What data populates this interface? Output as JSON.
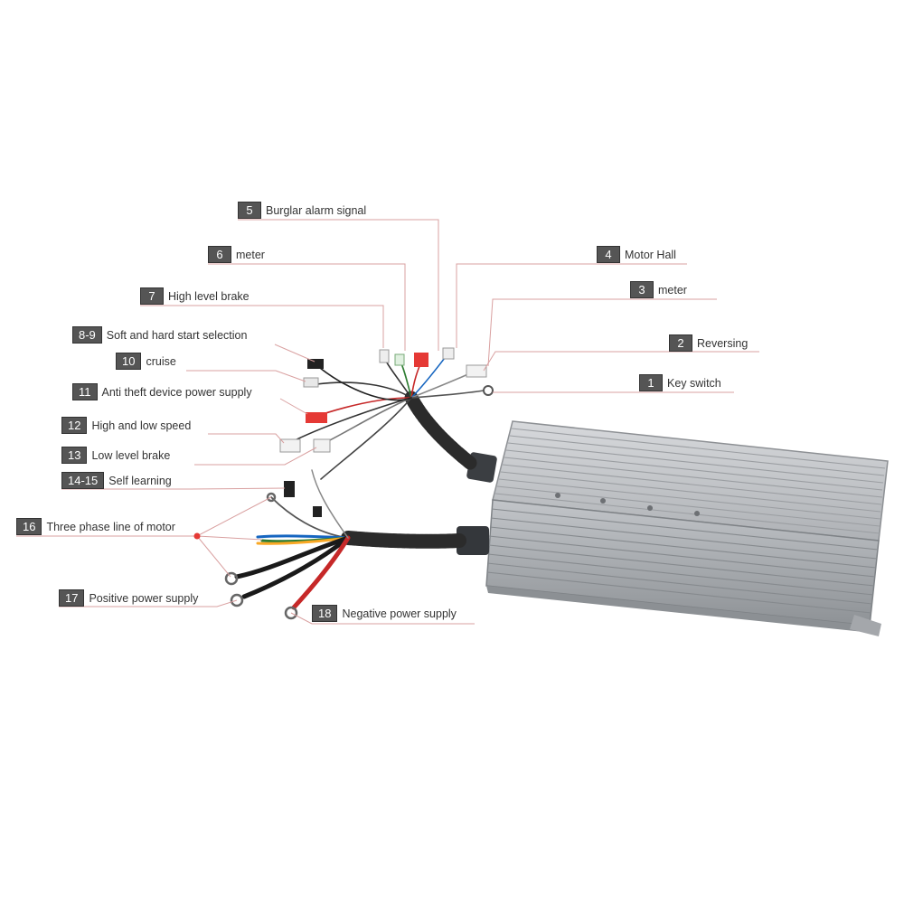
{
  "labels": [
    {
      "num": "5",
      "text": "Burglar alarm signal"
    },
    {
      "num": "6",
      "text": "meter"
    },
    {
      "num": "4",
      "text": "Motor Hall"
    },
    {
      "num": "3",
      "text": "meter"
    },
    {
      "num": "7",
      "text": "High level brake"
    },
    {
      "num": "8-9",
      "text": "Soft and hard start selection"
    },
    {
      "num": "2",
      "text": "Reversing"
    },
    {
      "num": "10",
      "text": "cruise"
    },
    {
      "num": "1",
      "text": "Key switch"
    },
    {
      "num": "11",
      "text": "Anti theft device power supply"
    },
    {
      "num": "12",
      "text": "High and low speed"
    },
    {
      "num": "13",
      "text": "Low level brake"
    },
    {
      "num": "14-15",
      "text": "Self learning"
    },
    {
      "num": "16",
      "text": "Three phase line of motor"
    },
    {
      "num": "17",
      "text": "Positive power supply"
    },
    {
      "num": "18",
      "text": "Negative power supply"
    }
  ],
  "colors": {
    "label_box": "#555555",
    "leader_line": "#d9a0a0",
    "callout_dot": "#e53935",
    "housing": "#b9bcc0"
  }
}
